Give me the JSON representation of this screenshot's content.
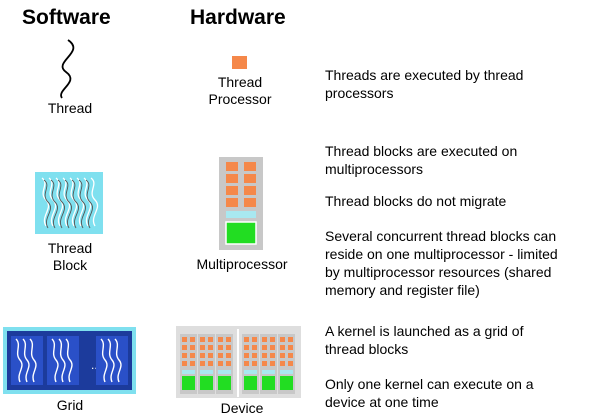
{
  "headings": {
    "software": "Software",
    "hardware": "Hardware"
  },
  "software": {
    "thread": "Thread",
    "thread_block": [
      "Thread",
      "Block"
    ],
    "grid": "Grid",
    "grid_ellipsis": "..."
  },
  "hardware": {
    "thread_processor": [
      "Thread",
      "Processor"
    ],
    "multiprocessor": "Multiprocessor",
    "device": "Device"
  },
  "descriptions": {
    "thread": [
      "Threads are executed by thread",
      "processors"
    ],
    "block_1": [
      "Thread blocks are executed on",
      "multiprocessors"
    ],
    "block_2": [
      "Thread blocks do not migrate"
    ],
    "block_3": [
      "Several concurrent thread blocks can",
      "reside on one multiprocessor - limited",
      "by multiprocessor resources (shared",
      "memory and register file)"
    ],
    "grid_1": [
      "A kernel is launched as a grid of",
      "thread blocks"
    ],
    "grid_2": [
      "Only one kernel can execute on a",
      "device at one time"
    ]
  },
  "colors": {
    "thread_block_bg": "#7fe0ef",
    "grid_bg": "#1c3b9c",
    "grid_panel": "#2a50c8",
    "processor": "#f5884a",
    "multiproc_frame": "#c8c8c8",
    "shared_memory": "#a8e8f0",
    "register_file": "#22dd22"
  }
}
